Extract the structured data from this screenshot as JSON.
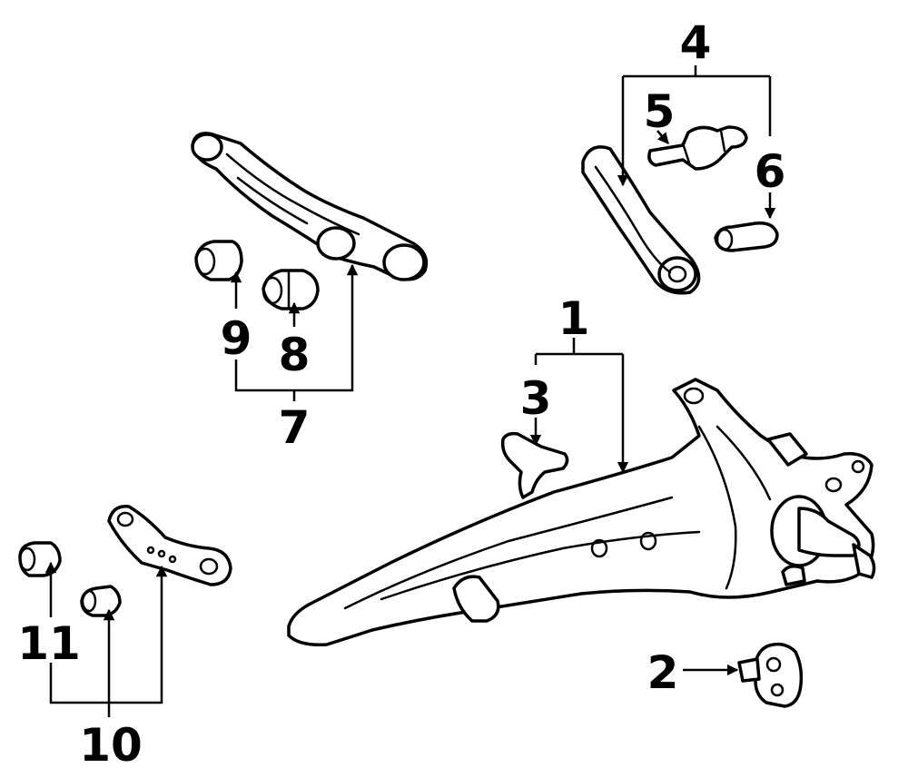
{
  "colors": {
    "line": "#000000",
    "background": "#ffffff"
  },
  "callouts": {
    "c1": "1",
    "c2": "2",
    "c3": "3",
    "c4": "4",
    "c5": "5",
    "c6": "6",
    "c7": "7",
    "c8": "8",
    "c9": "9",
    "c10": "10",
    "c11": "11"
  }
}
